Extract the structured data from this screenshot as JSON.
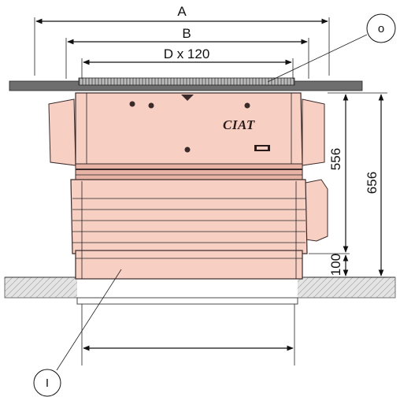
{
  "brand": "CIAT",
  "dimensions": {
    "a": "A",
    "b": "B",
    "d": "D x 120",
    "h1": "556",
    "h2": "656",
    "h3": "100"
  },
  "callouts": {
    "o": "o",
    "i": "I"
  },
  "colors": {
    "unit_fill": "#f7cfc3",
    "unit_stroke": "#3a2a2a",
    "slab_fill": "#dcdcdc",
    "flange_fill": "#6e6e6e"
  }
}
